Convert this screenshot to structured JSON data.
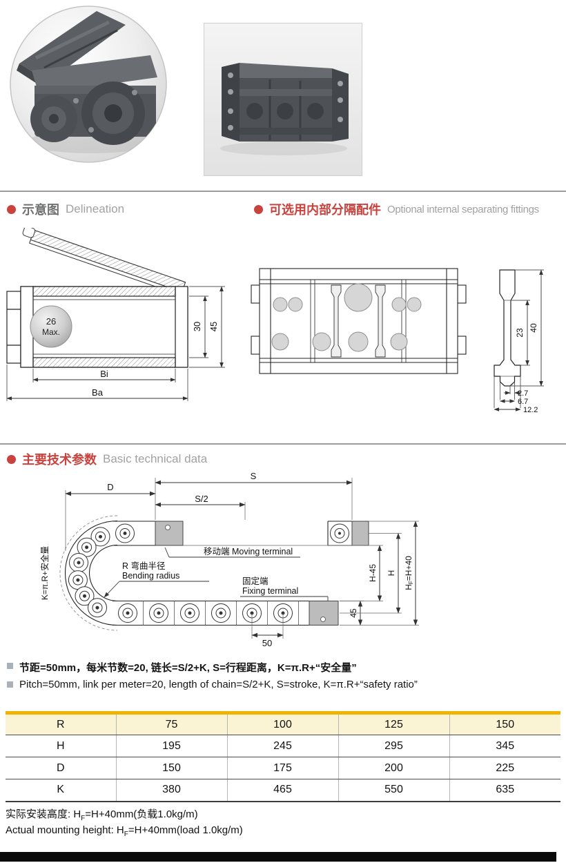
{
  "accent": {
    "red": "#c9423e",
    "orange": "#f0b400",
    "header_bg": "#faf3d4"
  },
  "sections": {
    "delineation": {
      "zh": "示意图",
      "en": "Delineation"
    },
    "fittings": {
      "zh": "可选用内部分隔配件",
      "en": "Optional internal separating fittings"
    },
    "technical": {
      "zh": "主要技术参数",
      "en": "Basic technical data"
    }
  },
  "side_view": {
    "circle_line1": "26",
    "circle_line2": "Max.",
    "dim_inner_height": "30",
    "dim_outer_height": "45",
    "dim_inner_width": "Bi",
    "dim_outer_width": "Ba"
  },
  "separator_profile": {
    "dim_neck": "23",
    "dim_overall": "40",
    "dim_small": "2.7",
    "dim_mid": "6.7",
    "dim_base": "12.2"
  },
  "bend_diagram": {
    "dim_d": "D",
    "dim_s": "S",
    "dim_s_half": "S/2",
    "label_moving": "移动端 Moving terminal",
    "label_radius_zh": "R 弯曲半径",
    "label_radius_en": "Bending radius",
    "label_fixing_zh": "固定端",
    "label_fixing_en": "Fixing terminal",
    "dim_h_minus45": "H-45",
    "dim_h": "H",
    "dim_hf_pre": "H",
    "dim_hf_sub": "F",
    "dim_hf_post": "=H+40",
    "dim_45": "45",
    "dim_50": "50",
    "label_k": "K=π.R+安全量"
  },
  "notes": {
    "zh": "节距=50mm，每米节数=20, 链长=S/2+K, S=行程距离，K=π.R+“安全量”",
    "en": "Pitch=50mm, link per meter=20, length of chain=S/2+K, S=stroke, K=π.R+“safety ratio”"
  },
  "table": {
    "header": [
      "R",
      "75",
      "100",
      "125",
      "150"
    ],
    "rows": [
      {
        "label": "H",
        "values": [
          "195",
          "245",
          "295",
          "345"
        ]
      },
      {
        "label": "D",
        "values": [
          "150",
          "175",
          "200",
          "225"
        ]
      },
      {
        "label": "K",
        "values": [
          "380",
          "465",
          "550",
          "635"
        ]
      }
    ]
  },
  "footer": {
    "zh_pre": "实际安装高度: H",
    "zh_sub": "F",
    "zh_post": "=H+40mm(负载1.0kg/m)",
    "en_pre": "Actual mounting height: H",
    "en_sub": "F",
    "en_post": "=H+40mm(load 1.0kg/m)"
  }
}
